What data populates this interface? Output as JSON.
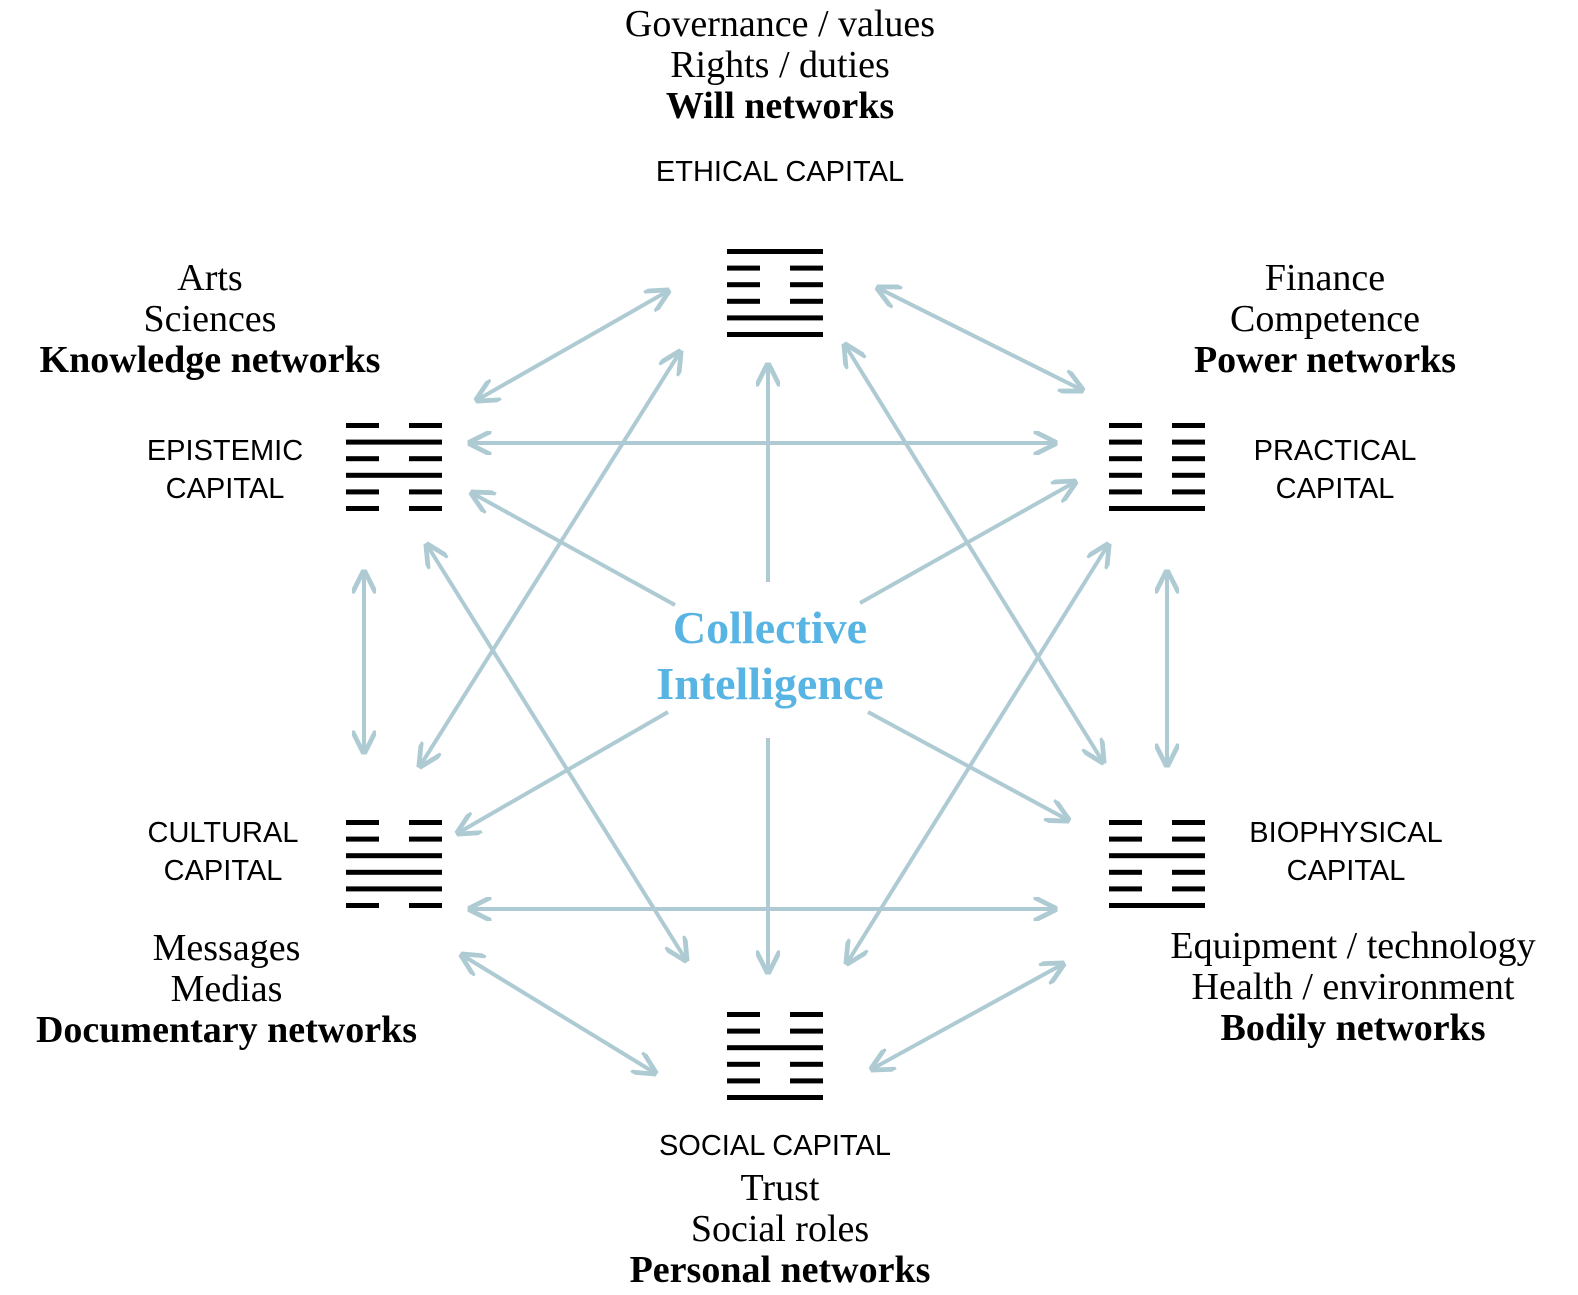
{
  "colors": {
    "arrow": "#aecbd3",
    "center_text": "#58b5e3",
    "trigram": "#000000"
  },
  "center_label": {
    "line1": "Collective",
    "line2": "Intelligence"
  },
  "ethical": {
    "line1": "Governance / values",
    "line2": "Rights / duties",
    "network": "Will networks",
    "capital": "ETHICAL CAPITAL",
    "hexagram": [
      1,
      0,
      0,
      0,
      1,
      1
    ]
  },
  "epistemic": {
    "line1": "Arts",
    "line2": "Sciences",
    "network": "Knowledge networks",
    "capital_line1": "EPISTEMIC",
    "capital_line2": "CAPITAL",
    "hexagram": [
      0,
      1,
      0,
      1,
      0,
      0
    ]
  },
  "practical": {
    "line1": "Finance",
    "line2": "Competence",
    "network": "Power networks",
    "capital_line1": "PRACTICAL",
    "capital_line2": "CAPITAL",
    "hexagram": [
      0,
      0,
      0,
      0,
      0,
      1
    ]
  },
  "cultural": {
    "line1": "Messages",
    "line2": "Medias",
    "network": "Documentary networks",
    "capital_line1": "CULTURAL",
    "capital_line2": "CAPITAL",
    "hexagram": [
      0,
      0,
      1,
      1,
      1,
      0
    ]
  },
  "biophysical": {
    "line1": "Equipment / technology",
    "line2": "Health / environment",
    "network": "Bodily networks",
    "capital_line1": "BIOPHYSICAL",
    "capital_line2": "CAPITAL",
    "hexagram": [
      0,
      0,
      1,
      0,
      0,
      1
    ]
  },
  "social": {
    "capital": "SOCIAL CAPITAL",
    "line1": "Trust",
    "line2": "Social roles",
    "network": "Personal networks",
    "hexagram": [
      0,
      0,
      1,
      0,
      0,
      1
    ]
  }
}
